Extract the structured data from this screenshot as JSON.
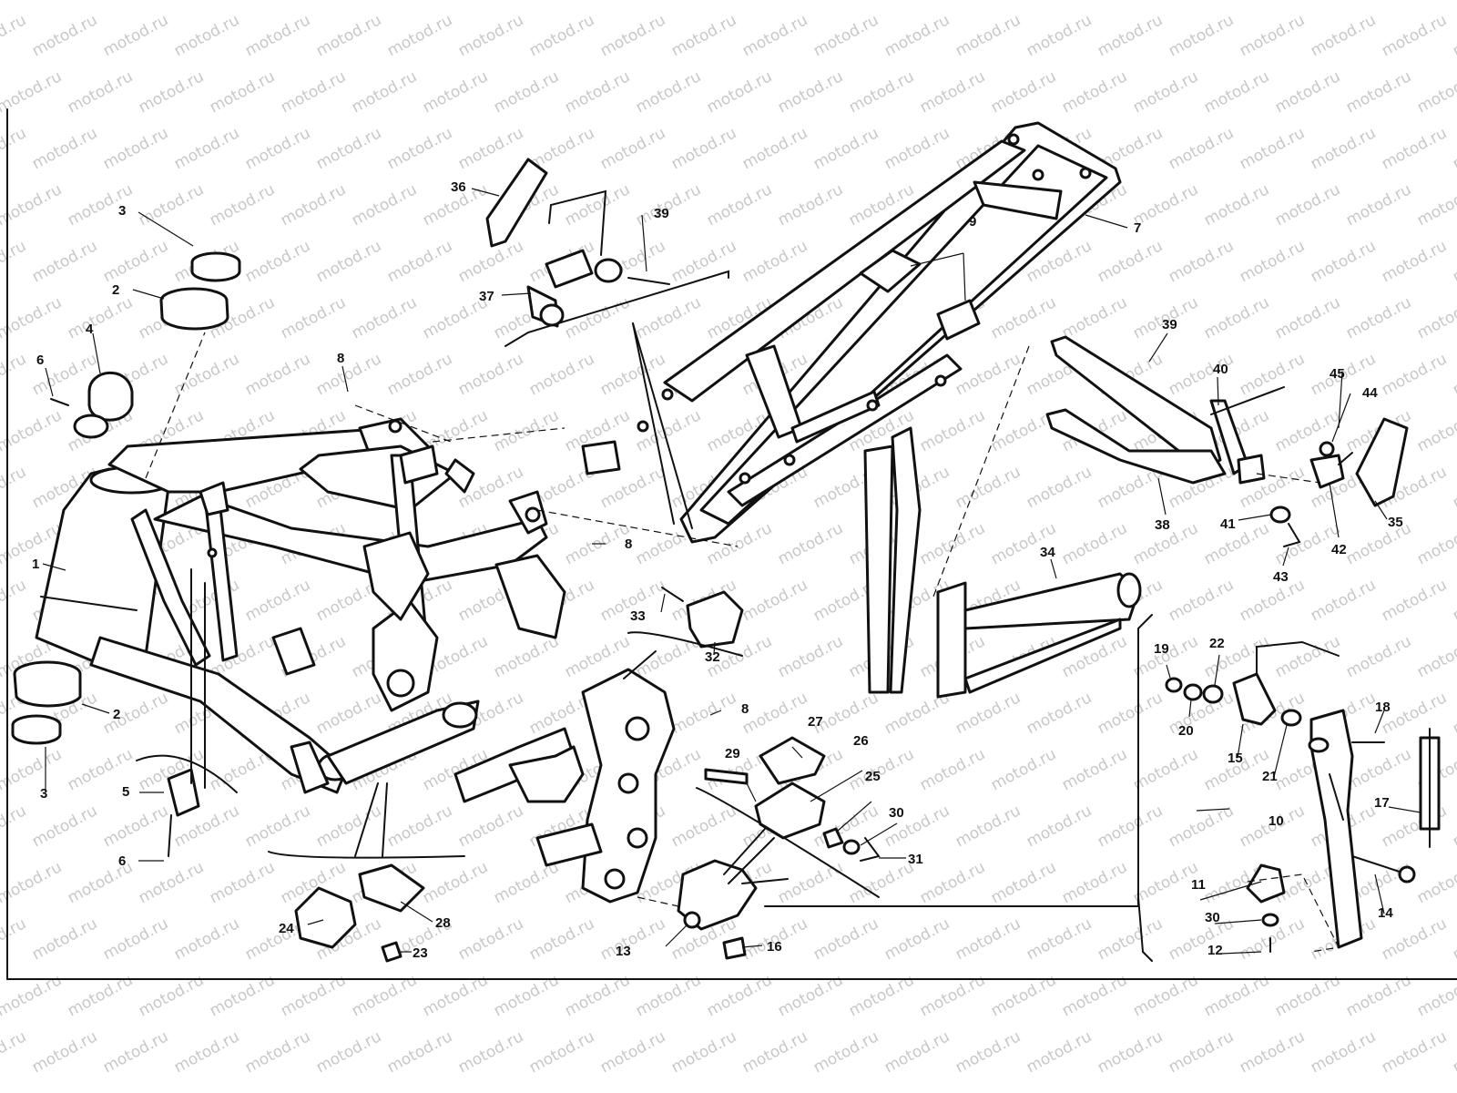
{
  "watermark": "motod.ru",
  "labels": [
    {
      "id": "c1",
      "text": "1"
    },
    {
      "id": "c2a",
      "text": "2"
    },
    {
      "id": "c2b",
      "text": "2"
    },
    {
      "id": "c3a",
      "text": "3"
    },
    {
      "id": "c3b",
      "text": "3"
    },
    {
      "id": "c4",
      "text": "4"
    },
    {
      "id": "c5",
      "text": "5"
    },
    {
      "id": "c6a",
      "text": "6"
    },
    {
      "id": "c6b",
      "text": "6"
    },
    {
      "id": "c7",
      "text": "7"
    },
    {
      "id": "c8a",
      "text": "8"
    },
    {
      "id": "c8b",
      "text": "8"
    },
    {
      "id": "c8c",
      "text": "8"
    },
    {
      "id": "c9",
      "text": "9"
    },
    {
      "id": "c10",
      "text": "10"
    },
    {
      "id": "c11",
      "text": "11"
    },
    {
      "id": "c12",
      "text": "12"
    },
    {
      "id": "c13",
      "text": "13"
    },
    {
      "id": "c14",
      "text": "14"
    },
    {
      "id": "c15",
      "text": "15"
    },
    {
      "id": "c16",
      "text": "16"
    },
    {
      "id": "c17",
      "text": "17"
    },
    {
      "id": "c18",
      "text": "18"
    },
    {
      "id": "c19",
      "text": "19"
    },
    {
      "id": "c20",
      "text": "20"
    },
    {
      "id": "c21",
      "text": "21"
    },
    {
      "id": "c22",
      "text": "22"
    },
    {
      "id": "c23",
      "text": "23"
    },
    {
      "id": "c24",
      "text": "24"
    },
    {
      "id": "c25",
      "text": "25"
    },
    {
      "id": "c26",
      "text": "26"
    },
    {
      "id": "c27",
      "text": "27"
    },
    {
      "id": "c28",
      "text": "28"
    },
    {
      "id": "c29",
      "text": "29"
    },
    {
      "id": "c30a",
      "text": "30"
    },
    {
      "id": "c30b",
      "text": "30"
    },
    {
      "id": "c31",
      "text": "31"
    },
    {
      "id": "c32",
      "text": "32"
    },
    {
      "id": "c33",
      "text": "33"
    },
    {
      "id": "c34",
      "text": "34"
    },
    {
      "id": "c35",
      "text": "35"
    },
    {
      "id": "c36",
      "text": "36"
    },
    {
      "id": "c37",
      "text": "37"
    },
    {
      "id": "c38",
      "text": "38"
    },
    {
      "id": "c39a",
      "text": "39"
    },
    {
      "id": "c39b",
      "text": "39"
    },
    {
      "id": "c40",
      "text": "40"
    },
    {
      "id": "c41",
      "text": "41"
    },
    {
      "id": "c42",
      "text": "42"
    },
    {
      "id": "c43",
      "text": "43"
    },
    {
      "id": "c44",
      "text": "44"
    },
    {
      "id": "c45",
      "text": "45"
    }
  ]
}
